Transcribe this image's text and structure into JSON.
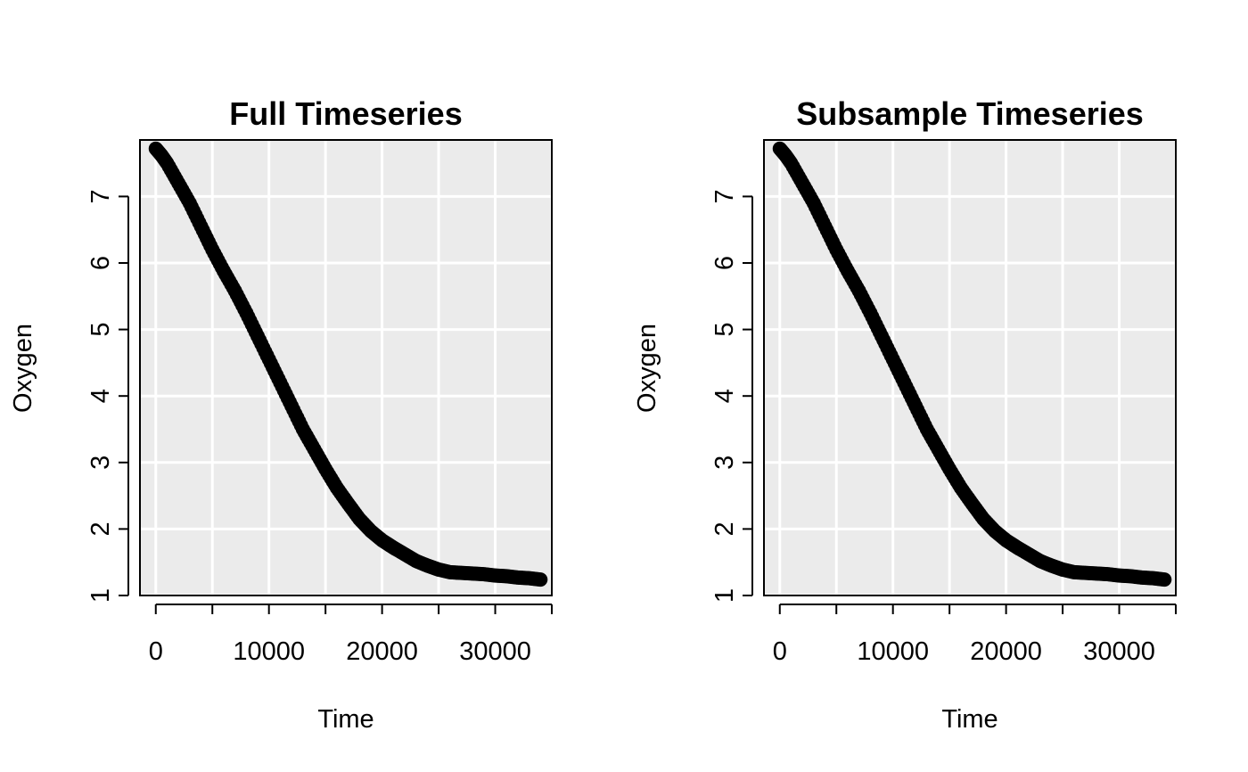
{
  "chart_data": [
    {
      "type": "scatter",
      "title": "Full Timeseries",
      "xlabel": "Time",
      "ylabel": "Oxygen",
      "xlim": [
        -1400,
        35000
      ],
      "ylim": [
        1,
        7.85
      ],
      "xticks": [
        0,
        5000,
        10000,
        15000,
        20000,
        25000,
        30000,
        35000
      ],
      "xtick_labels": [
        "0",
        "",
        "10000",
        "",
        "20000",
        "",
        "30000",
        ""
      ],
      "yticks": [
        1,
        2,
        3,
        4,
        5,
        6,
        7
      ],
      "ytick_labels": [
        "1",
        "2",
        "3",
        "4",
        "5",
        "6",
        "7"
      ],
      "grid": true,
      "panel_background": "#ebebeb",
      "grid_color": "#ffffff",
      "point_color": "#000000",
      "series": [
        {
          "x": [
            0,
            500,
            1000,
            2000,
            3000,
            4000,
            5000,
            6000,
            7000,
            8000,
            9000,
            10000,
            11000,
            12000,
            13000,
            14000,
            15000,
            16000,
            17000,
            18000,
            19000,
            20000,
            21000,
            22000,
            23000,
            24000,
            25000,
            26000,
            27000,
            28000,
            29000,
            30000,
            31000,
            32000,
            33000,
            34000
          ],
          "y": [
            7.72,
            7.62,
            7.5,
            7.2,
            6.9,
            6.55,
            6.2,
            5.88,
            5.58,
            5.25,
            4.9,
            4.55,
            4.2,
            3.85,
            3.5,
            3.2,
            2.9,
            2.62,
            2.38,
            2.15,
            1.97,
            1.83,
            1.72,
            1.62,
            1.52,
            1.45,
            1.39,
            1.35,
            1.34,
            1.33,
            1.32,
            1.3,
            1.29,
            1.27,
            1.26,
            1.24
          ]
        }
      ]
    },
    {
      "type": "scatter",
      "title": "Subsample Timeseries",
      "xlabel": "Time",
      "ylabel": "Oxygen",
      "xlim": [
        -1400,
        35000
      ],
      "ylim": [
        1,
        7.85
      ],
      "xticks": [
        0,
        5000,
        10000,
        15000,
        20000,
        25000,
        30000,
        35000
      ],
      "xtick_labels": [
        "0",
        "",
        "10000",
        "",
        "20000",
        "",
        "30000",
        ""
      ],
      "yticks": [
        1,
        2,
        3,
        4,
        5,
        6,
        7
      ],
      "ytick_labels": [
        "1",
        "2",
        "3",
        "4",
        "5",
        "6",
        "7"
      ],
      "grid": true,
      "panel_background": "#ebebeb",
      "grid_color": "#ffffff",
      "point_color": "#000000",
      "series": [
        {
          "x": [
            0,
            500,
            1000,
            2000,
            3000,
            4000,
            5000,
            6000,
            7000,
            8000,
            9000,
            10000,
            11000,
            12000,
            13000,
            14000,
            15000,
            16000,
            17000,
            18000,
            19000,
            20000,
            21000,
            22000,
            23000,
            24000,
            25000,
            26000,
            27000,
            28000,
            29000,
            30000,
            31000,
            32000,
            33000,
            34000
          ],
          "y": [
            7.72,
            7.62,
            7.5,
            7.2,
            6.9,
            6.55,
            6.2,
            5.88,
            5.58,
            5.25,
            4.9,
            4.55,
            4.2,
            3.85,
            3.5,
            3.2,
            2.9,
            2.62,
            2.38,
            2.15,
            1.97,
            1.83,
            1.72,
            1.62,
            1.52,
            1.45,
            1.39,
            1.35,
            1.34,
            1.33,
            1.32,
            1.3,
            1.29,
            1.27,
            1.26,
            1.24
          ]
        }
      ]
    }
  ]
}
